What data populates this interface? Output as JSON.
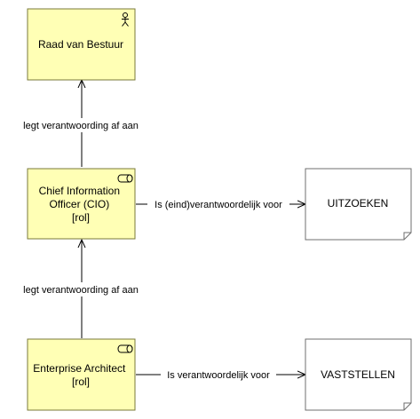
{
  "nodes": {
    "raad": {
      "label": "Raad van Bestuur",
      "icon": "actor-icon",
      "fill": "#ffffb5",
      "stroke": "#7a7a3a"
    },
    "cio": {
      "lines": [
        "Chief Information",
        "Officer (CIO)",
        "[rol]"
      ],
      "icon": "role-icon",
      "fill": "#ffffb5",
      "stroke": "#7a7a3a"
    },
    "ea": {
      "lines": [
        "Enterprise Architect",
        "[rol]"
      ],
      "icon": "role-icon",
      "fill": "#ffffb5",
      "stroke": "#7a7a3a"
    },
    "uitzoeken": {
      "label": "UITZOEKEN",
      "fill": "#ffffff",
      "stroke": "#6f6f6f"
    },
    "vaststellen": {
      "label": "VASTSTELLEN",
      "fill": "#ffffff",
      "stroke": "#6f6f6f"
    }
  },
  "edges": {
    "cio_to_raad": "legt verantwoording af aan",
    "ea_to_cio": "legt verantwoording af aan",
    "cio_to_uitzoeken": "Is (eind)verantwoordelijk voor",
    "ea_to_vaststellen": "Is verantwoordelijk voor"
  }
}
